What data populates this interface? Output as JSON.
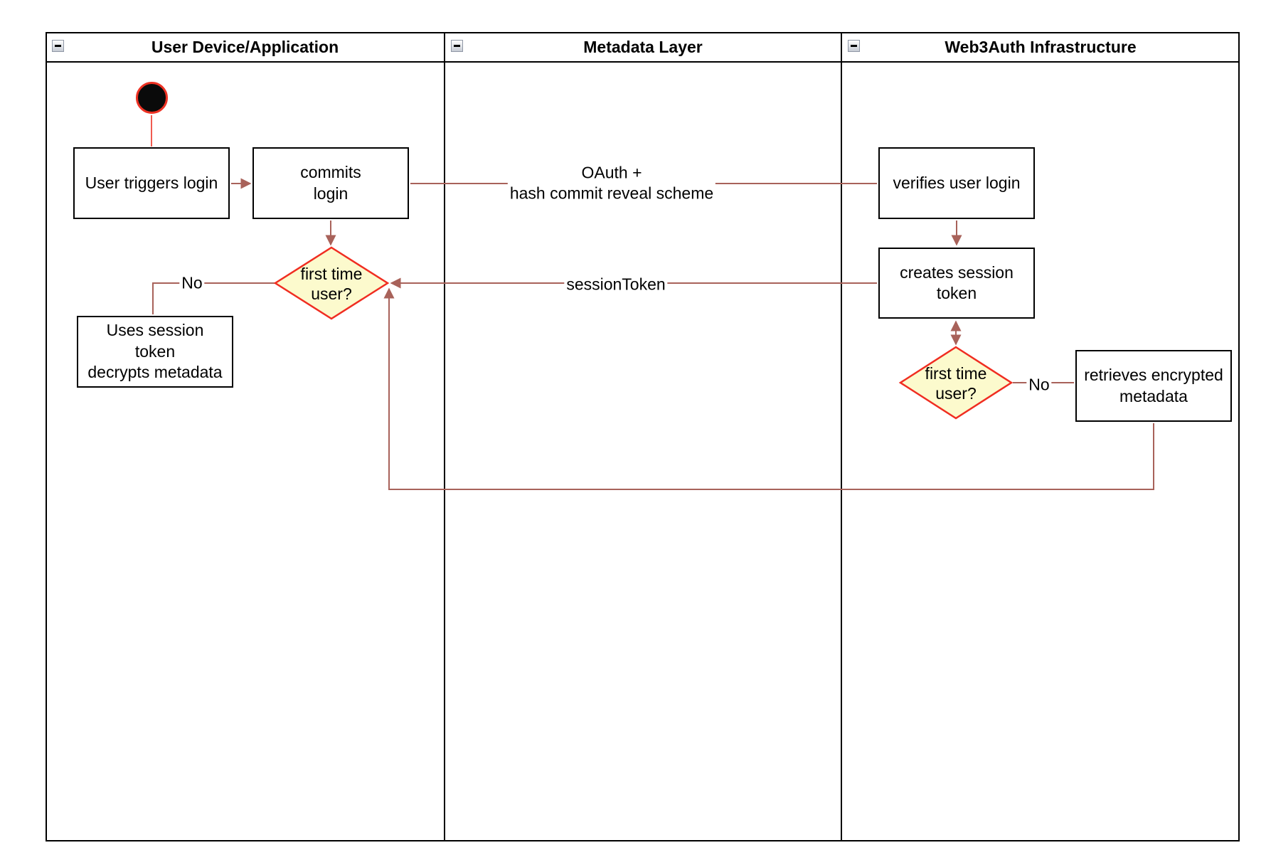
{
  "diagram": {
    "lanes": [
      {
        "title": "User Device/Application"
      },
      {
        "title": "Metadata Layer"
      },
      {
        "title": "Web3Auth Infrastructure"
      }
    ],
    "nodes": {
      "user_triggers_login": "User triggers login",
      "commits_login": "commits\nlogin",
      "first_time_user_left": "first time\nuser?",
      "uses_session_token": "Uses session\ntoken\ndecrypts metadata",
      "verifies_user_login": "verifies user login",
      "creates_session_token": "creates session\ntoken",
      "first_time_user_right": "first time\nuser?",
      "retrieves_encrypted_metadata": "retrieves encrypted\nmetadata"
    },
    "edge_labels": {
      "oauth": "OAuth +\nhash commit reveal scheme",
      "session_token": "sessionToken",
      "no_left": "No",
      "no_right": "No"
    },
    "colors": {
      "edge": "#a8625a",
      "start_red": "#ed3224",
      "decision_border": "#f02d21",
      "decision_fill": "#fcfacd",
      "node_border": "#000000",
      "node_fill": "#ffffff"
    }
  }
}
